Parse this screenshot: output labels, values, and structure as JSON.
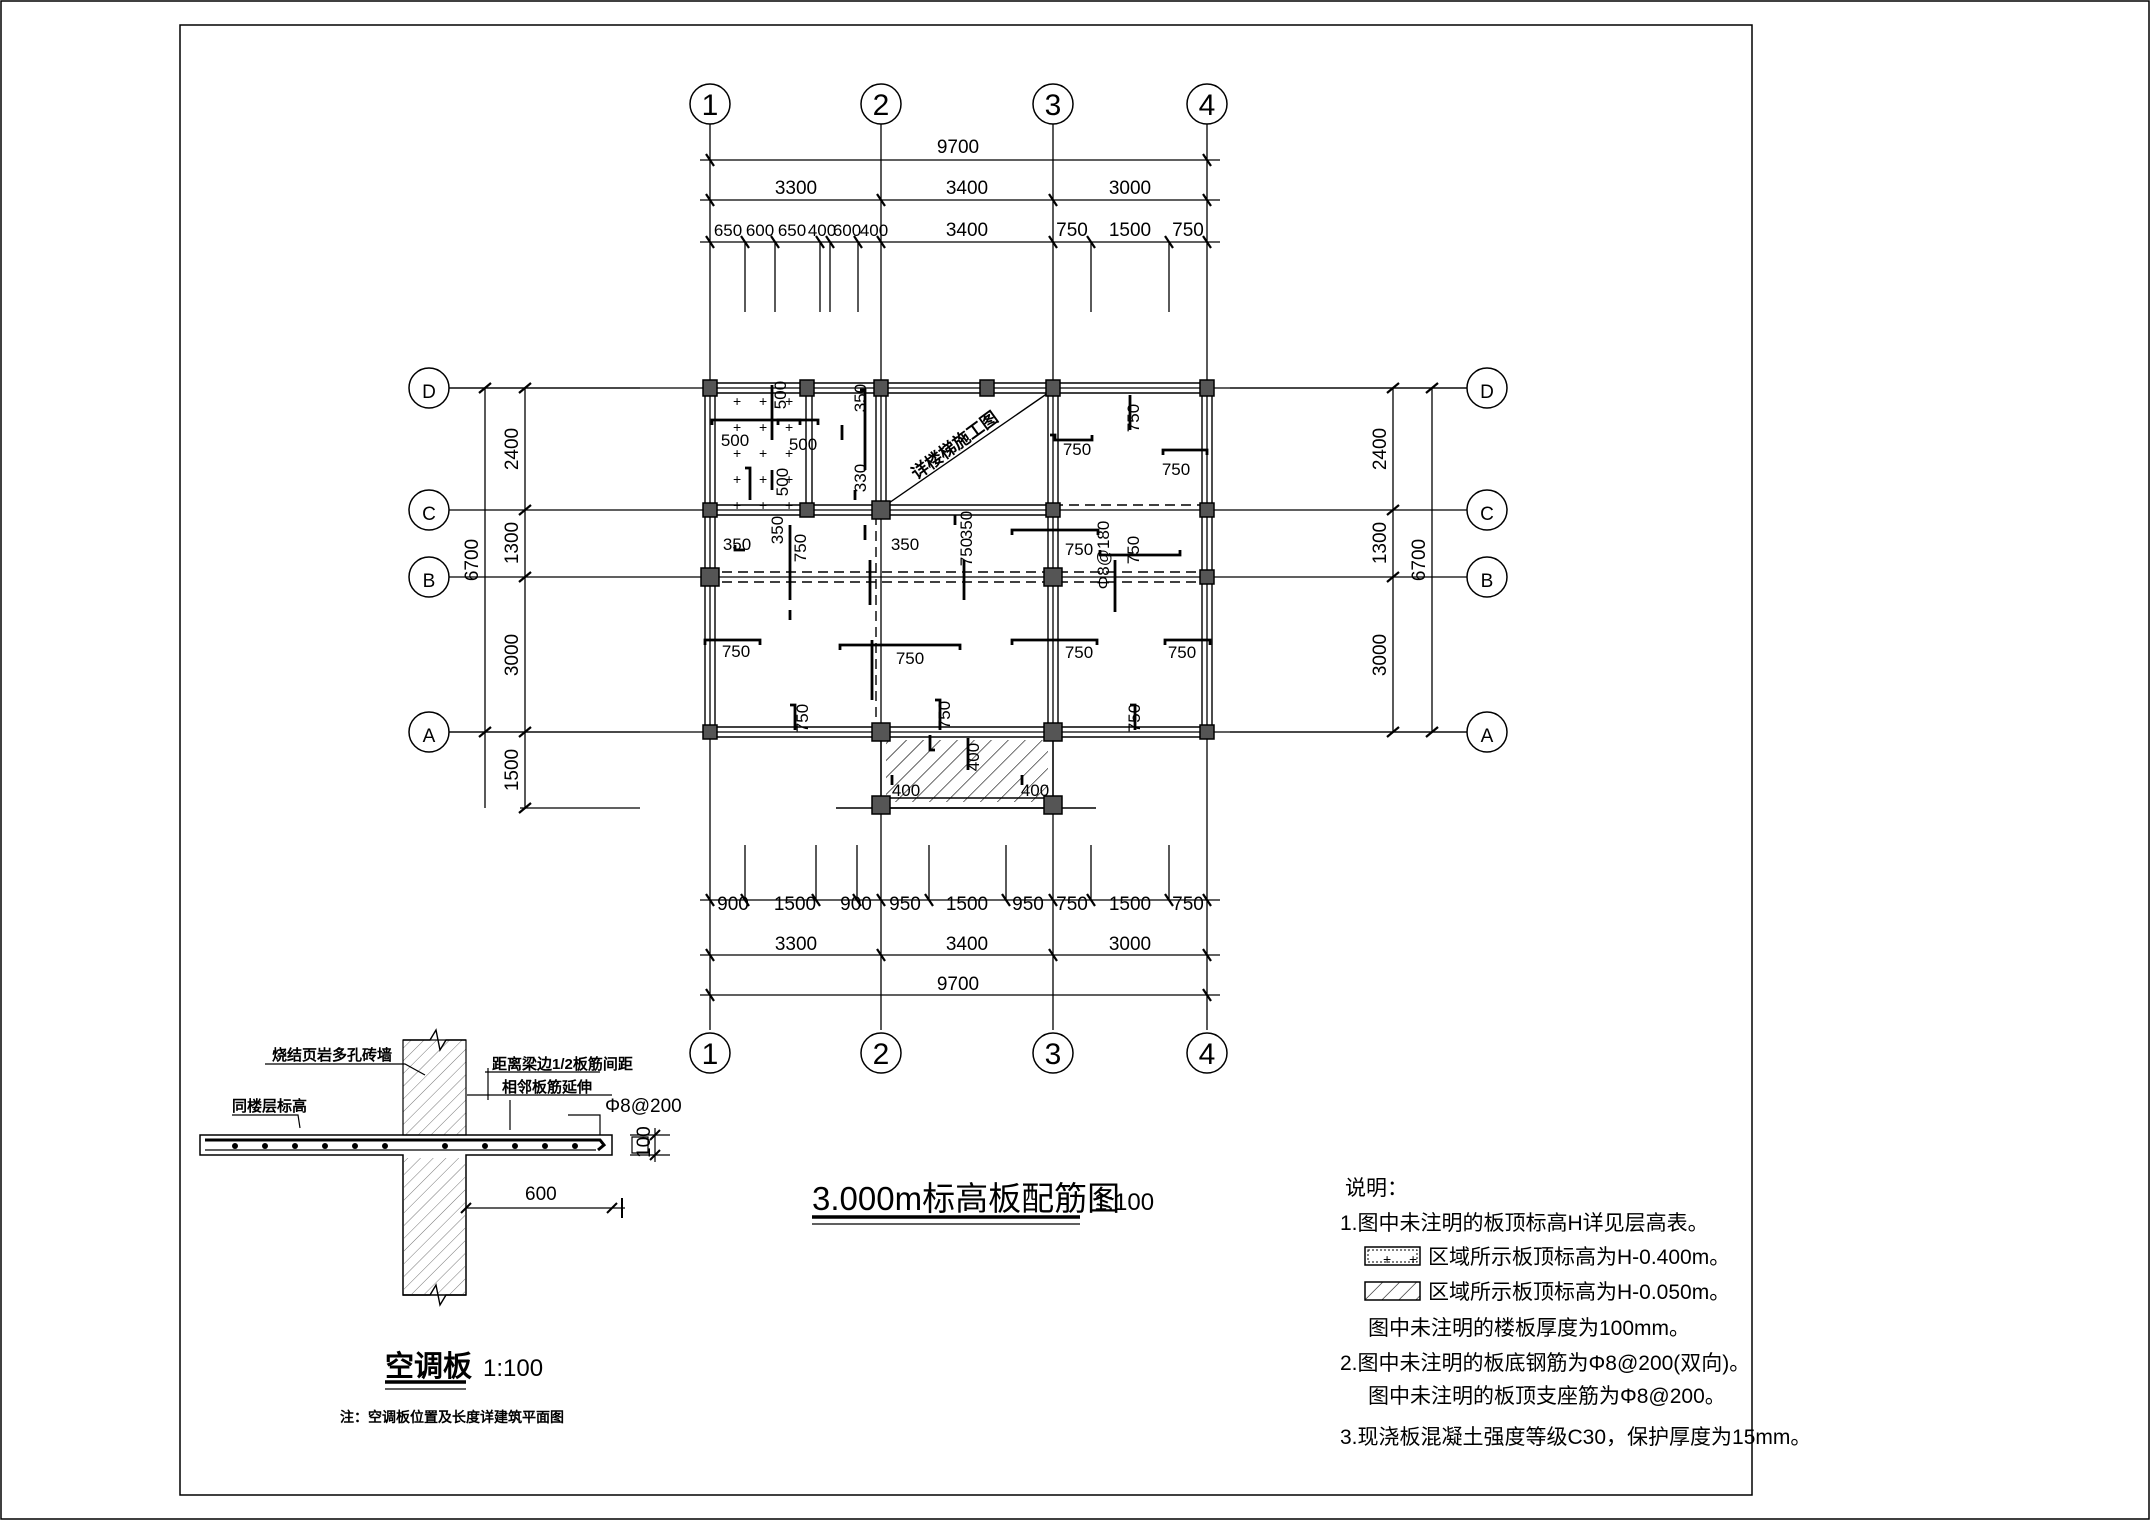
{
  "axes": {
    "columns": [
      "1",
      "2",
      "3",
      "4"
    ],
    "rows": [
      "A",
      "B",
      "C",
      "D"
    ]
  },
  "dims": {
    "top_total": "9700",
    "top_bays": [
      "3300",
      "3400",
      "3000"
    ],
    "top_sub": [
      "650",
      "600",
      "650",
      "400",
      "600",
      "400",
      "3400",
      "750",
      "1500",
      "750"
    ],
    "bottom_sub": [
      "900",
      "1500",
      "900",
      "950",
      "1500",
      "950",
      "750",
      "1500",
      "750"
    ],
    "bottom_bays": [
      "3300",
      "3400",
      "3000"
    ],
    "bottom_total": "9700",
    "left_rows": [
      "2400",
      "1300",
      "3000",
      "1500"
    ],
    "left_total": "6700",
    "right_rows": [
      "2400",
      "1300",
      "3000"
    ],
    "right_total": "6700"
  },
  "plan_labels": {
    "stair_note": "详楼梯施工图",
    "bar_spec": "Φ8@180",
    "l500": "500",
    "l350": "350",
    "l330": "330",
    "l750": "750",
    "l400": "400"
  },
  "title": {
    "main": "3.000m标高板配筋图",
    "scale": "1:100"
  },
  "detail": {
    "wall_label": "烧结页岩多孔砖墙",
    "gap_label": "距离梁边1/2板筋间距",
    "slab_label": "同楼层标高",
    "ext_label": "相邻板筋延伸",
    "bar_label": "Φ8@200",
    "thickness": "100",
    "length": "600",
    "name": "空调板",
    "scale": "1:100",
    "footnote": "注：空调板位置及长度详建筑平面图"
  },
  "notes": {
    "heading": "说明：",
    "items": [
      "1.图中未注明的板顶标高H详见层高表。",
      "区域所示板顶标高为H-0.400m。",
      "区域所示板顶标高为H-0.050m。",
      "图中未注明的楼板厚度为100mm。",
      "2.图中未注明的板底钢筋为Φ8@200(双向)。",
      "图中未注明的板顶支座筋为Φ8@200。",
      "3.现浇板混凝土强度等级C30，保护厚度为15mm。"
    ]
  }
}
